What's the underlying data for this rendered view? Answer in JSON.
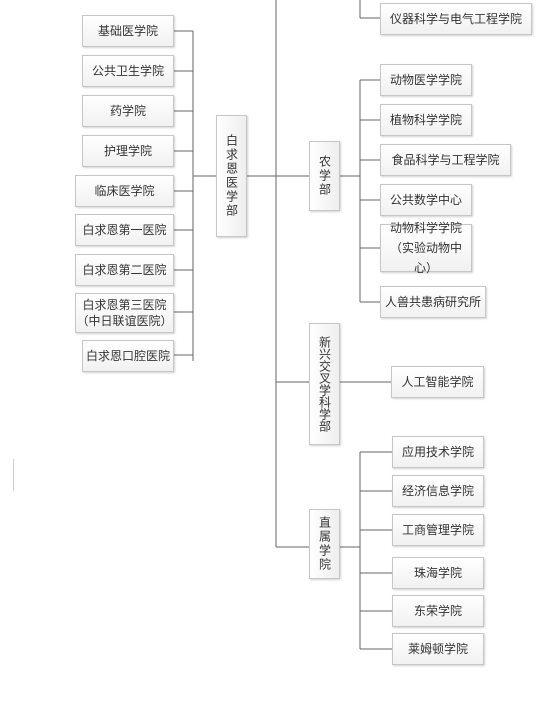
{
  "departments": {
    "baiqiuen": {
      "label": "白求恩医学部",
      "units": [
        "基础医学院",
        "公共卫生学院",
        "药学院",
        "护理学院",
        "临床医学院",
        "白求恩第一医院",
        "白求恩第二医院",
        "白求恩第三医院\n（中日联谊医院）",
        "白求恩口腔医院"
      ]
    },
    "top_unit": "仪器科学与电气工程学院",
    "agriculture": {
      "label": "农学部",
      "units": [
        "动物医学学院",
        "植物科学学院",
        "食品科学与工程学院",
        "公共数学中心",
        "动物科学学院\n（实验动物中心）",
        "人兽共患病研究所"
      ]
    },
    "interdisciplinary": {
      "label": "新兴交叉学科学部",
      "units": [
        "人工智能学院"
      ]
    },
    "direct": {
      "label": "直属学院",
      "units": [
        "应用技术学院",
        "经济信息学院",
        "工商管理学院",
        "珠海学院",
        "东荣学院",
        "莱姆顿学院"
      ]
    }
  }
}
